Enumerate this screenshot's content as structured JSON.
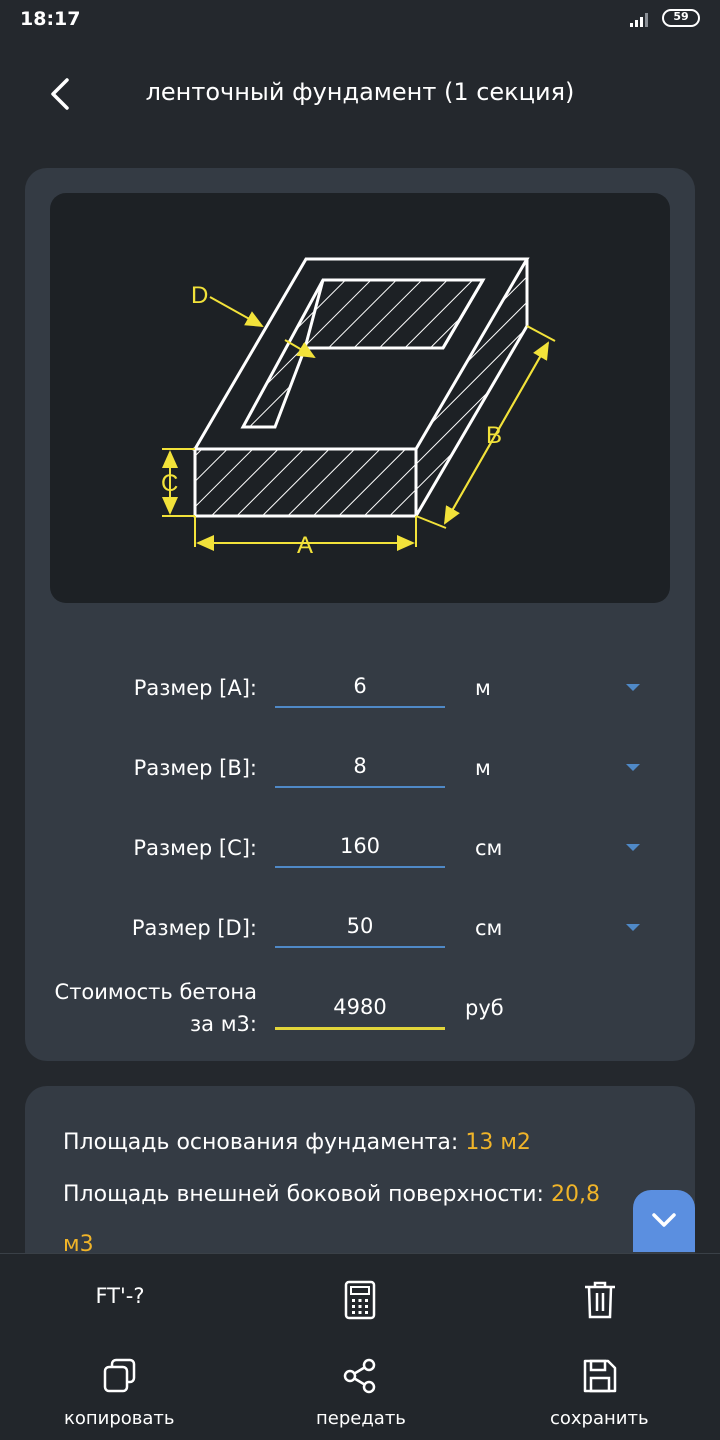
{
  "status_bar": {
    "time": "18:17",
    "battery": "59"
  },
  "header": {
    "title": "ленточный фундамент (1 секция)"
  },
  "diagram": {
    "labels": {
      "a": "A",
      "b": "B",
      "c": "C",
      "d": "D"
    }
  },
  "fields": [
    {
      "label": "Размер [A]:",
      "value": "6",
      "unit": "м"
    },
    {
      "label": "Размер [B]:",
      "value": "8",
      "unit": "м"
    },
    {
      "label": "Размер [C]:",
      "value": "160",
      "unit": "см"
    },
    {
      "label": "Размер [D]:",
      "value": "50",
      "unit": "см"
    }
  ],
  "cost": {
    "label_line1": "Стоимость бетона",
    "label_line2": "за м3:",
    "value": "4980",
    "unit": "руб"
  },
  "results": {
    "base_area_label": "Площадь основания фундамента:",
    "base_area_value": "13 м2",
    "side_area_label": "Площадь внешней боковой поверхности:",
    "side_area_value_part1": "20,8",
    "side_area_value_part2": "м3"
  },
  "bottom_bar": {
    "converter_label": "FT'-?",
    "copy_label": "копировать",
    "share_label": "передать",
    "save_label": "сохранить"
  },
  "colors": {
    "accent_blue": "#4f89c7",
    "accent_yellow": "#e2d53a",
    "result_orange": "#f0b429",
    "card_bg": "#343b44"
  },
  "icons": [
    "back-arrow-icon",
    "calculator-icon",
    "trash-icon",
    "copy-icon",
    "share-icon",
    "save-icon",
    "chevron-down-icon"
  ]
}
